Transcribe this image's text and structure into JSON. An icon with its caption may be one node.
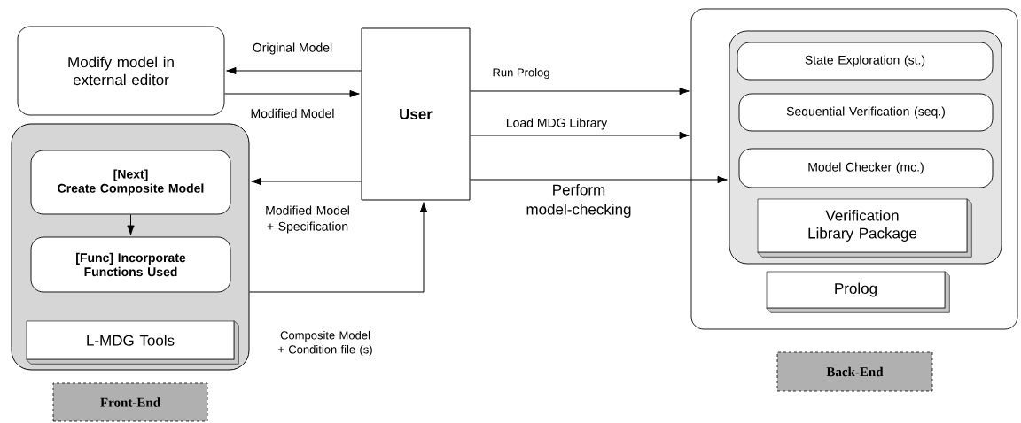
{
  "diagram": {
    "nodes": [
      {
        "text": [
          "Modify model in external editor"
        ]
      },
      {
        "text": [],
        "shape": "box"
      },
      {
        "text": [
          "[Next]",
          "Create Composite Model"
        ],
        "in": 1
      },
      {
        "text": [
          "[Func] Incorporate Functions Used"
        ],
        "in": 1
      },
      {
        "text": [
          "L-MDG Tools"
        ],
        "in": 1
      },
      {
        "text": [
          "User"
        ]
      },
      {
        "text": [],
        "shape": "box"
      },
      {
        "text": [],
        "shape": "box",
        "in": 6
      },
      {
        "text": [
          "State Exploration (st.)"
        ],
        "in": 7
      },
      {
        "text": [
          "Sequential Verification (seq.)"
        ],
        "in": 7
      },
      {
        "text": [
          "Model Checker (mc.)"
        ],
        "in": 7
      },
      {
        "text": [
          "Verification Library Package"
        ],
        "in": 7
      },
      {
        "text": [
          "Prolog"
        ],
        "in": 6
      },
      {
        "text": [
          "Front-End"
        ]
      },
      {
        "text": [
          "Back-End"
        ]
      }
    ],
    "edges": [
      {
        "from": 5,
        "to": 0,
        "arrow": "to",
        "label": "Original Model"
      },
      {
        "from": 0,
        "to": 5,
        "arrow": "to",
        "label": "Modified Model"
      },
      {
        "from": 5,
        "to": 1,
        "arrow": "to",
        "label": "Modified Model + Specification"
      },
      {
        "from": 1,
        "to": 5,
        "arrow": "to",
        "label": "Composite Model + Condition file (s)"
      },
      {
        "from": 2,
        "to": 3,
        "arrow": "to"
      },
      {
        "from": 5,
        "to": 6,
        "arrow": "to",
        "label": "Run Prolog"
      },
      {
        "from": 5,
        "to": 6,
        "arrow": "to",
        "label": "Load MDG Library"
      },
      {
        "from": 5,
        "to": 7,
        "arrow": "to",
        "label": "Perform model-checking"
      }
    ]
  }
}
